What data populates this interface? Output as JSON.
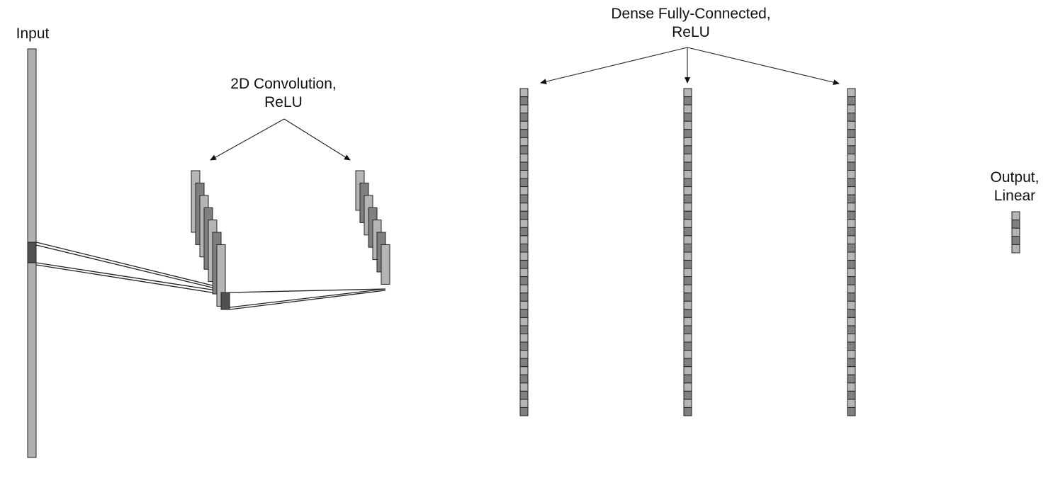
{
  "labels": {
    "input": "Input",
    "conv_line1": "2D Convolution,",
    "conv_line2": "ReLU",
    "dense_line1": "Dense Fully-Connected,",
    "dense_line2": "ReLU",
    "output_line1": "Output,",
    "output_line2": "Linear"
  },
  "colors": {
    "light": "#b5b5b5",
    "dark": "#808080",
    "darkest": "#505050",
    "input_bar": "#b0b0b0",
    "stroke": "#222222"
  },
  "layers": {
    "conv_feature_maps": 2,
    "conv_channels_per_map": 7,
    "dense_layers": 3,
    "dense_units_per_layer": 40,
    "output_units": 5
  }
}
